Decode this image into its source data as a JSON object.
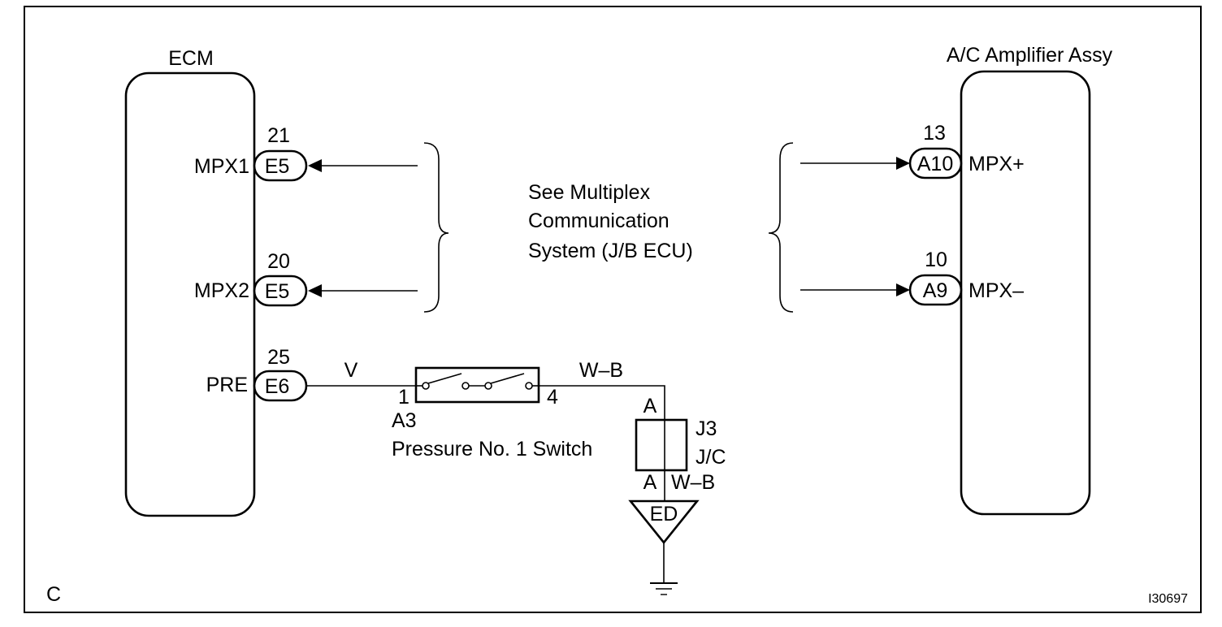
{
  "diagram_corner_letter": "C",
  "diagram_code": "I30697",
  "ecm": {
    "title": "ECM",
    "terminals": [
      {
        "pin": "21",
        "connector": "E5",
        "signal": "MPX1"
      },
      {
        "pin": "20",
        "connector": "E5",
        "signal": "MPX2"
      },
      {
        "pin": "25",
        "connector": "E6",
        "signal": "PRE"
      }
    ]
  },
  "amplifier": {
    "title": "A/C Amplifier Assy",
    "terminals": [
      {
        "pin": "13",
        "connector": "A10",
        "signal": "MPX+"
      },
      {
        "pin": "10",
        "connector": "A9",
        "signal": "MPX–"
      }
    ]
  },
  "multiplex_note": [
    "See Multiplex",
    "Communication",
    "System (J/B ECU)"
  ],
  "pressure_switch": {
    "name": "Pressure No. 1 Switch",
    "connector": "A3",
    "pin_in": "1",
    "pin_out": "4",
    "wire_in_color": "V",
    "wire_out_color": "W–B"
  },
  "junction": {
    "connector": "J3",
    "type": "J/C",
    "pin_top": "A",
    "pin_bottom": "A",
    "wire_bottom_color": "W–B"
  },
  "ground": {
    "point": "ED"
  }
}
